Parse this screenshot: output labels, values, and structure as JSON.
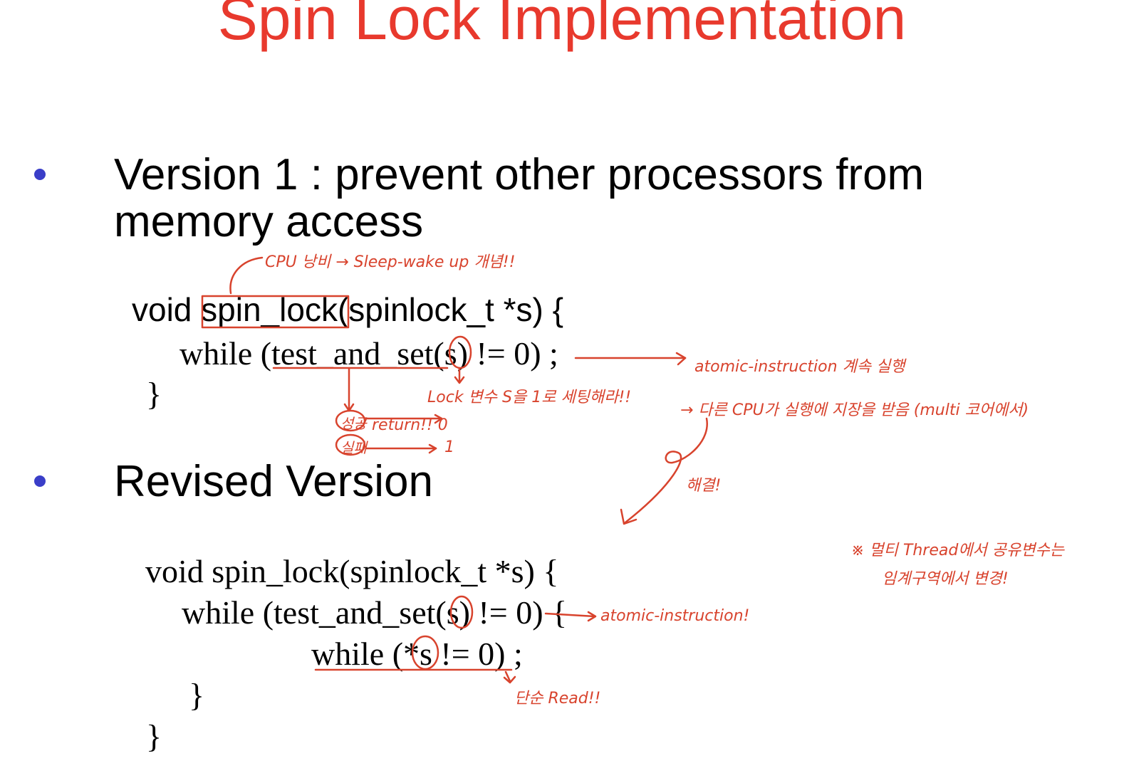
{
  "title": "Spin Lock Implementation",
  "colors": {
    "title": "#e8392d",
    "bullet": "#3a3ec8",
    "annotation": "#d8432d"
  },
  "bullets": {
    "v1_line1": "Version 1 : prevent other processors from",
    "v1_line2": "memory access",
    "revised": "Revised Version"
  },
  "code_v1": {
    "l1_pre": "void ",
    "l1_fn": "spin_lock",
    "l1_post": "(spinlock_t *s) {",
    "l2": "while (test_and_set(s) != 0) ;",
    "l3": "}"
  },
  "code_v2": {
    "l1": "void spin_lock(spinlock_t *s) {",
    "l2": "while (test_and_set(s) != 0) {",
    "l3": "while (*s != 0) ;",
    "l4": "}",
    "l5": "}"
  },
  "annotations": {
    "cpu_waste": "CPU 낭비 → Sleep-wake up 개념!!",
    "atomic1": "atomic-instruction 계속 실행",
    "lock_var": "Lock 변수 S을 1로 세팅해라!!",
    "other_cpu": "→ 다른 CPU가 실행에 지장을 받음 (multi 코어에서)",
    "success": "성공",
    "return": "return!! 0",
    "fail": "실패",
    "fail_val": "1",
    "solved": "해결!",
    "note_line1": "※ 멀티 Thread에서 공유변수는",
    "note_line2": "임계구역에서 변경!",
    "atomic2": "atomic-instruction!",
    "simple_read": "단순 Read!!"
  }
}
